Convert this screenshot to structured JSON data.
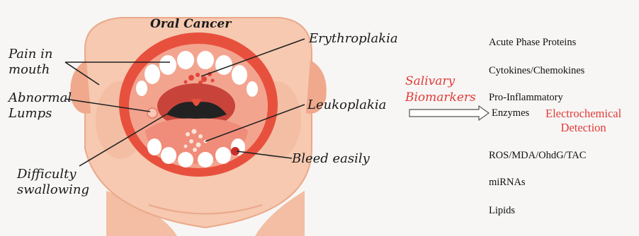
{
  "title": "Oral Cancer",
  "symptoms": {
    "pain_in_mouth": [
      "Pain in",
      "mouth"
    ],
    "abnormal_lumps": [
      "Abnormal",
      "Lumps"
    ],
    "difficulty_swallowing": [
      "Difficulty",
      "swallowing"
    ],
    "erythroplakia": "Erythroplakia",
    "leukoplakia": "Leukoplakia",
    "bleed_easily": "Bleed easily"
  },
  "salivary": [
    "Salivary",
    "Biomarkers"
  ],
  "detection": [
    "Electrochemical",
    "Detection"
  ],
  "biomarkers": [
    "Acute Phase Proteins",
    "Cytokines/Chemokines",
    "Pro-Inflammatory",
    "Enzymes",
    "ROS/MDA/OhdG/TAC",
    "miRNAs",
    "Lipids"
  ],
  "colors": {
    "skin": "#f6c9b0",
    "skin_shadow": "#eca88a",
    "mouth_red": "#e8503e",
    "throat": "#b5322d",
    "accent_red": "#e23a35"
  }
}
